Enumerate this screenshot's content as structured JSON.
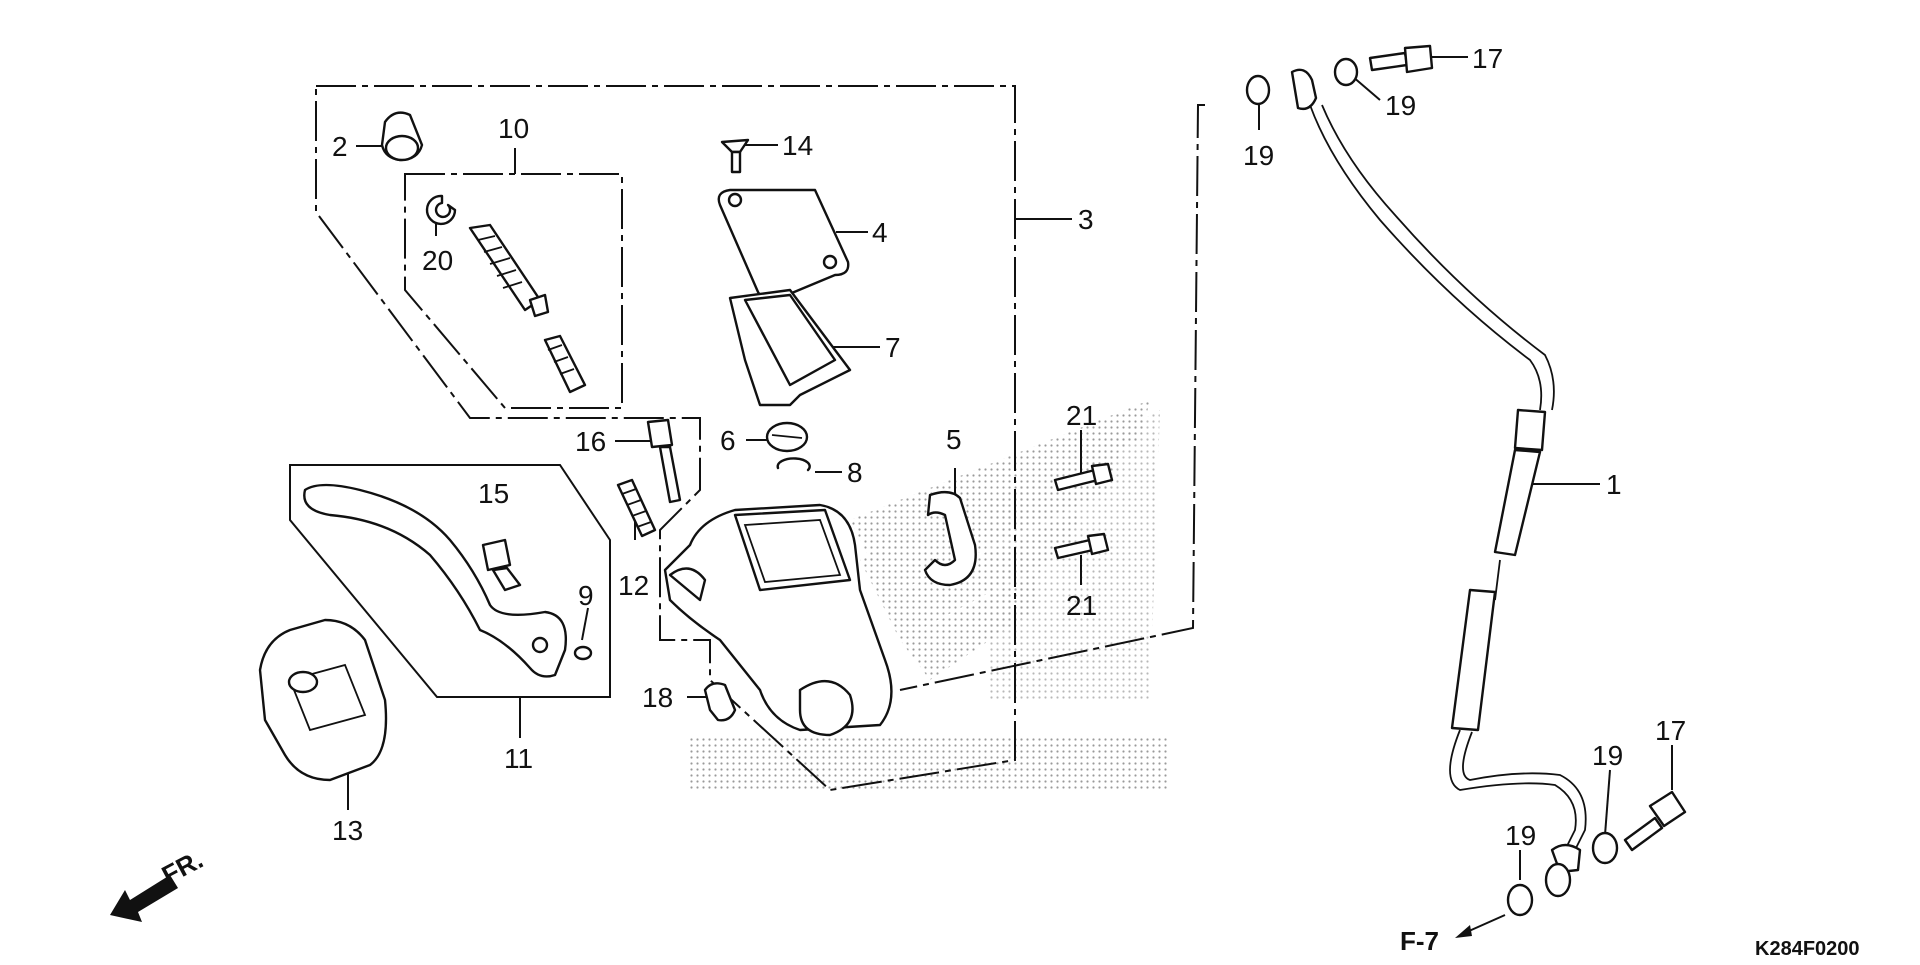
{
  "drawing_code": "K284F0200",
  "reference": "F-7",
  "front_indicator": "FR.",
  "colors": {
    "ink": "#111111",
    "paper": "#ffffff",
    "stipple": "#9a9a9a"
  },
  "callouts": [
    {
      "id": "c1",
      "text": "1"
    },
    {
      "id": "c2",
      "text": "2"
    },
    {
      "id": "c3",
      "text": "3"
    },
    {
      "id": "c4",
      "text": "4"
    },
    {
      "id": "c5",
      "text": "5"
    },
    {
      "id": "c6",
      "text": "6"
    },
    {
      "id": "c7",
      "text": "7"
    },
    {
      "id": "c8",
      "text": "8"
    },
    {
      "id": "c9",
      "text": "9"
    },
    {
      "id": "c10",
      "text": "10"
    },
    {
      "id": "c11",
      "text": "11"
    },
    {
      "id": "c12",
      "text": "12"
    },
    {
      "id": "c13",
      "text": "13"
    },
    {
      "id": "c14",
      "text": "14"
    },
    {
      "id": "c15",
      "text": "15"
    },
    {
      "id": "c16",
      "text": "16"
    },
    {
      "id": "c17a",
      "text": "17"
    },
    {
      "id": "c17b",
      "text": "17"
    },
    {
      "id": "c18",
      "text": "18"
    },
    {
      "id": "c19a",
      "text": "19"
    },
    {
      "id": "c19b",
      "text": "19"
    },
    {
      "id": "c19c",
      "text": "19"
    },
    {
      "id": "c19d",
      "text": "19"
    },
    {
      "id": "c20",
      "text": "20"
    },
    {
      "id": "c21a",
      "text": "21"
    },
    {
      "id": "c21b",
      "text": "21"
    }
  ]
}
